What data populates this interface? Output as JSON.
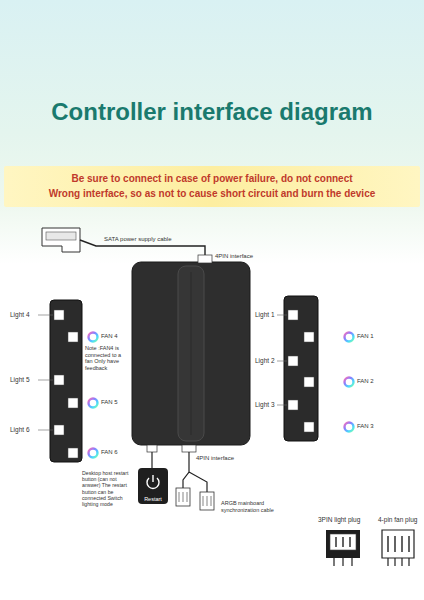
{
  "diagram": {
    "title": "Controller interface diagram",
    "nodes": [
      {
        "text": [
          "Be sure to connect in case of power failure, do not connect",
          "Wrong interface, so as not to cause short circuit and burn the device"
        ]
      },
      {
        "text": [
          "Restart"
        ]
      }
    ],
    "labels": [
      "SATA power supply cable",
      "4PIN interface",
      "Light 4",
      "FAN 4",
      "Note :FAN4 is connected to a fan Only have feedback",
      "Light 5",
      "FAN 5",
      "Light 6",
      "FAN 6",
      "Light 1",
      "FAN 1",
      "Light 2",
      "FAN 2",
      "Light 3",
      "FAN 3",
      "4PIN interface",
      "Desktop host restart button (can not answer) The restart button can be connected Switch lighting mode",
      "ARGB mainboard synchronization cable",
      "3PIN light plug",
      "4-pin fan plug"
    ]
  }
}
